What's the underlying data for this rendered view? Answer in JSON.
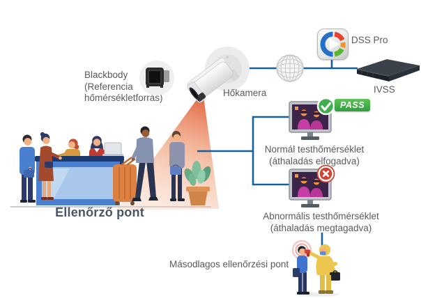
{
  "colors": {
    "line_blue": "#13629e",
    "pass_green": "#3fae4e",
    "deny_red": "#d6402e",
    "cone_orange": "#dc4f28",
    "desk_blue": "#4a80cf",
    "hazmat_yellow": "#ecc64f",
    "text_gray": "#595a5c",
    "title_slate": "#4a5568"
  },
  "nodes": {
    "blackbody": {
      "line1": "Blackbody",
      "line2": "(Referencia",
      "line3": "hőmérsékletforrás)",
      "icon": "blackbody-device-icon"
    },
    "camera": {
      "label": "Hőkamera",
      "icon": "thermal-camera-icon"
    },
    "network": {
      "icon": "globe-icon"
    },
    "dss": {
      "label": "DSS Pro",
      "icon": "dss-pro-app-icon"
    },
    "ivss": {
      "label": "IVSS",
      "icon": "ivss-server-icon"
    },
    "normal": {
      "badge": "PASS",
      "line1": "Normál testhőmérséklet",
      "line2": "(áthaladás elfogadva)",
      "icon": "thermal-monitor-icon",
      "status_icon": "check-icon"
    },
    "abnormal": {
      "line1": "Abnormális testhőmérséklet",
      "line2": "(áthaladás megtagadva)",
      "icon": "thermal-monitor-icon",
      "status_icon": "x-icon"
    },
    "checkpoint": {
      "label": "Ellenőrző pont"
    },
    "secondary": {
      "label": "Másodlagos ellenőrzési pont"
    }
  }
}
